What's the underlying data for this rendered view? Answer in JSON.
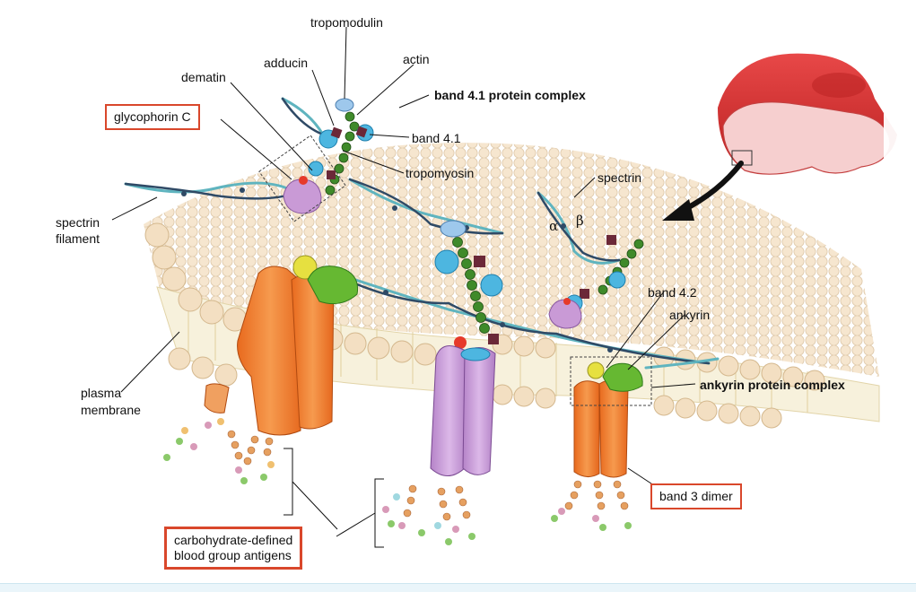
{
  "labels": {
    "tropomodulin": "tropomodulin",
    "adducin": "adducin",
    "actin": "actin",
    "dematin": "dematin",
    "band41_complex": "band 4.1 protein complex",
    "glycophorin_c": "glycophorin C",
    "band41": "band 4.1",
    "tropomyosin": "tropomyosin",
    "spectrin": "spectrin",
    "alpha": "α",
    "beta": "β",
    "spectrin_filament_1": "spectrin",
    "spectrin_filament_2": "filament",
    "band42": "band 4.2",
    "ankyrin": "ankyrin",
    "ankyrin_complex": "ankyrin protein complex",
    "plasma_membrane_1": "plasma",
    "plasma_membrane_2": "membrane",
    "band3_dimer": "band 3 dimer",
    "carbohydrate_1": "carbohydrate-defined",
    "carbohydrate_2": "blood group antigens"
  },
  "colors": {
    "callout_border": "#d9472b",
    "band3": "#f07a2c",
    "glycophorin": "#c99ad6",
    "spectrin": "#5fb4bf",
    "actin": "#3f8a2a",
    "band41": "#4db6e0",
    "ankyrin": "#66b832",
    "band42": "#e6e040",
    "lipid_head": "#f2dcc0",
    "rbc": "#d63030"
  }
}
